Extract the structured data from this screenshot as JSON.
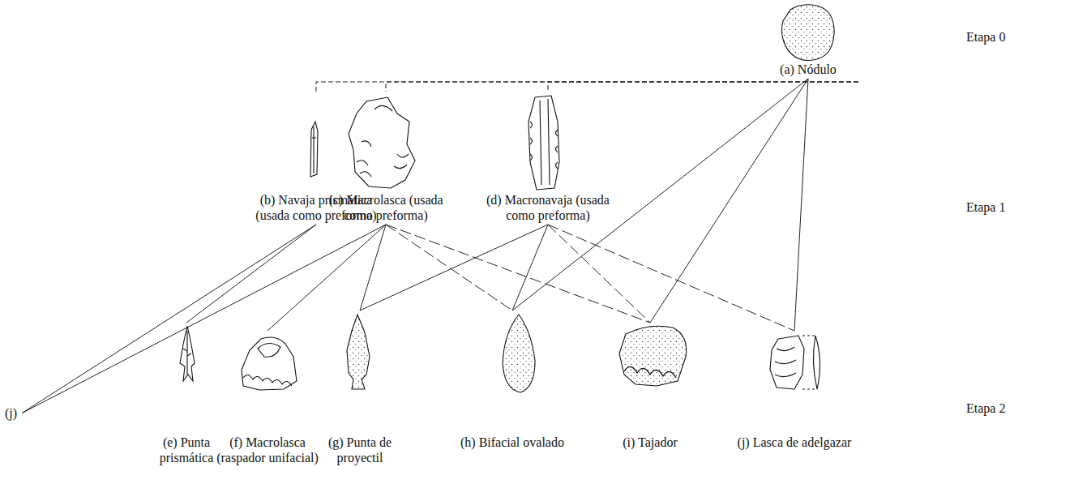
{
  "diagram": {
    "nodes": [
      {
        "text": [
          "(a) Nódulo"
        ]
      },
      {
        "text": [
          "(b) Navaja prismática (usada como preforma)"
        ]
      },
      {
        "text": [
          "(c) Macrolasca (usada como preforma)"
        ]
      },
      {
        "text": [
          "(d) Macronavaja (usada como preforma)"
        ]
      },
      {
        "text": [
          "(j)"
        ]
      },
      {
        "text": [
          "(e) Punta prismática"
        ]
      },
      {
        "text": [
          "(f) Macrolasca (raspador unifacial)"
        ]
      },
      {
        "text": [
          "(g) Punta de proyectil"
        ]
      },
      {
        "text": [
          "(h) Bifacial ovalado"
        ]
      },
      {
        "text": [
          "(i) Tajador"
        ]
      },
      {
        "text": [
          "(j) Lasca de adelgazar"
        ]
      }
    ],
    "edges": [
      {
        "from": 0,
        "to": 1,
        "arrow": "none"
      },
      {
        "from": 0,
        "to": 2,
        "arrow": "none"
      },
      {
        "from": 0,
        "to": 3,
        "arrow": "none"
      },
      {
        "from": 0,
        "to": 8,
        "arrow": "none"
      },
      {
        "from": 0,
        "to": 9,
        "arrow": "none"
      },
      {
        "from": 0,
        "to": 10,
        "arrow": "none"
      },
      {
        "from": 1,
        "to": 4,
        "arrow": "none"
      },
      {
        "from": 1,
        "to": 5,
        "arrow": "none"
      },
      {
        "from": 2,
        "to": 4,
        "arrow": "none"
      },
      {
        "from": 2,
        "to": 6,
        "arrow": "none"
      },
      {
        "from": 2,
        "to": 7,
        "arrow": "none"
      },
      {
        "from": 2,
        "to": 8,
        "arrow": "none"
      },
      {
        "from": 2,
        "to": 9,
        "arrow": "none"
      },
      {
        "from": 3,
        "to": 7,
        "arrow": "none"
      },
      {
        "from": 3,
        "to": 8,
        "arrow": "none"
      },
      {
        "from": 3,
        "to": 9,
        "arrow": "none"
      },
      {
        "from": 3,
        "to": 10,
        "arrow": "none"
      }
    ],
    "labels": [
      "Etapa 0",
      "Etapa 1",
      "Etapa 2"
    ]
  }
}
